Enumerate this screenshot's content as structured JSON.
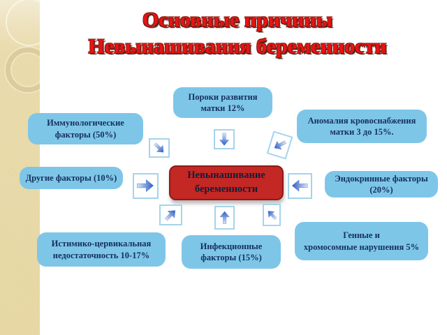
{
  "slide": {
    "title_line1": "Основные причины",
    "title_line2": "Невынашивания беременности"
  },
  "center_node": {
    "line1": "Невынашивание",
    "line2": "беременности"
  },
  "causes": {
    "uterus_defects": {
      "line1": "Пороки развития",
      "line2": "матки 12%"
    },
    "blood_supply": {
      "line1": "Аномалия кровоснабжения",
      "line2": "матки 3 до 15%."
    },
    "immunological": {
      "line1": "Иммунологические",
      "line2": "факторы (50%)"
    },
    "other": {
      "line1": "Другие факторы (10%)",
      "line2": ""
    },
    "endocrine": {
      "line1": "Эндокринные факторы",
      "line2": "(20%)"
    },
    "cervical": {
      "line1": "Истимико-цервикальная",
      "line2": "недостаточность 10-17%"
    },
    "infectious": {
      "line1": "Инфекционные",
      "line2": "факторы (15%)"
    },
    "genetic": {
      "line1": "Генные и",
      "line2": "хромосомные нарушения 5%"
    }
  },
  "icons": {
    "arrows": [
      "arrow-down-icon",
      "arrow-southeast-icon",
      "arrow-southwest-icon",
      "arrow-right-icon",
      "arrow-left-icon",
      "arrow-up-icon",
      "arrow-northwest-icon",
      "arrow-northeast-icon"
    ]
  },
  "colors": {
    "cause_box_fill": "#7ec6e8",
    "cause_box_text": "#15305c",
    "center_box_fill": "#c32824",
    "center_box_border": "#8f1a17",
    "center_box_text": "#141c3a",
    "title_red": "#e81313",
    "arrow_blue": "#2b5cc4",
    "arrow_tail": "#dbe6f6",
    "arrow_box_border": "#a5d4ec",
    "side_strip": "#e8d9a8"
  }
}
